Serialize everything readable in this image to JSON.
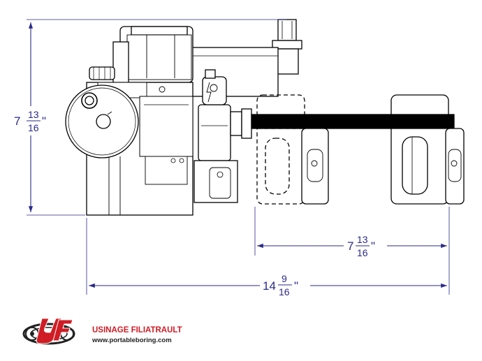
{
  "dimensions": {
    "height": {
      "whole": "7",
      "num": "13",
      "den": "16",
      "unit": "\""
    },
    "extension": {
      "whole": "7",
      "num": "13",
      "den": "16",
      "unit": "\""
    },
    "overall": {
      "whole": "14",
      "num": "9",
      "den": "16",
      "unit": "\""
    }
  },
  "logo": {
    "monogram": "UF",
    "company": "USINAGE FILIATRAULT",
    "website": "www.portableboring.com"
  },
  "colors": {
    "dimension_line": "#2a2a8a",
    "drawing_line": "#000000",
    "brand_red": "#d01c24"
  }
}
